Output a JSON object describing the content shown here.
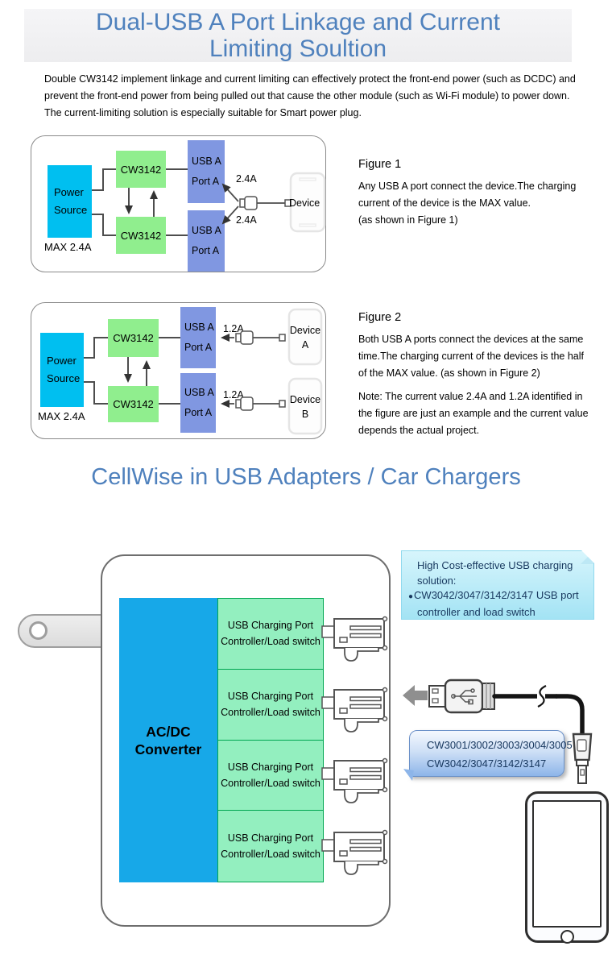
{
  "colors": {
    "heading": "#4F81BD",
    "power_cyan": "#00BFF0",
    "cw_green": "#90EE8E",
    "port_blue": "#8097E1",
    "acdc_blue": "#17A8E8",
    "cell_mint": "#93EFBF",
    "cell_border": "#00A651",
    "navy_text": "#17375E"
  },
  "header": {
    "title_lines": [
      "Dual-USB A Port Linkage and Current",
      "Limiting Soultion"
    ]
  },
  "intro": {
    "lines": [
      "Double CW3142 implement linkage and current limiting can effectively protect the front-end power (such as DCDC) and",
      "prevent the front-end power from being pulled out that cause the other module (such as Wi-Fi module) to power down.",
      "The current-limiting solution is especially suitable for Smart power plug."
    ]
  },
  "figure1": {
    "power_label_lines": [
      "Power",
      "Source"
    ],
    "max_label": "MAX 2.4A",
    "cw_label": "CW3142",
    "usb_label_lines": [
      "USB A",
      "Port A"
    ],
    "current_top": "2.4A",
    "current_bottom": "2.4A",
    "device_label": "Device",
    "caption": {
      "title": "Figure 1",
      "body_lines": [
        "Any USB A port connect the device.The charging",
        "current of the device is the MAX value.",
        "(as shown in Figure 1)"
      ]
    }
  },
  "figure2": {
    "power_label_lines": [
      "Power",
      "Source"
    ],
    "max_label": "MAX 2.4A",
    "cw_label": "CW3142",
    "usb_label_lines": [
      "USB A",
      "Port A"
    ],
    "current_top": "1.2A",
    "current_bottom": "1.2A",
    "device_a_lines": [
      "Device",
      "A"
    ],
    "device_b_lines": [
      "Device",
      "B"
    ],
    "caption": {
      "title": "Figure 2",
      "body_lines": [
        "Both USB A ports connect the devices at the same",
        "time.The charging current of the devices is the half",
        "of the MAX value. (as shown in Figure 2)"
      ],
      "note_lines": [
        "Note: The current value 2.4A and 1.2A identified in",
        "the figure are just an example and the current value",
        "depends the actual project."
      ]
    }
  },
  "section2": {
    "title": "CellWise in USB Adapters / Car Chargers"
  },
  "adapter": {
    "acdc_lines": [
      "AC/DC",
      "Converter"
    ],
    "cells": [
      {
        "lines": [
          "USB Charging Port",
          "Controller/Load switch"
        ]
      },
      {
        "lines": [
          "USB Charging Port",
          "Controller/Load switch"
        ]
      },
      {
        "lines": [
          "USB Charging Port",
          "Controller/Load switch"
        ]
      },
      {
        "lines": [
          "USB Charging Port",
          "Controller/Load switch"
        ]
      }
    ],
    "callout_solution": {
      "heading_lines": [
        "High Cost-effective USB charging",
        "solution:"
      ],
      "bullet": "●",
      "bullet_lines": [
        "CW3042/3047/3142/3147 USB port",
        "controller and load switch"
      ]
    },
    "callout_parts": {
      "lines": [
        "CW3001/3002/3003/3004/3005",
        "CW3042/3047/3142/3147"
      ]
    }
  }
}
